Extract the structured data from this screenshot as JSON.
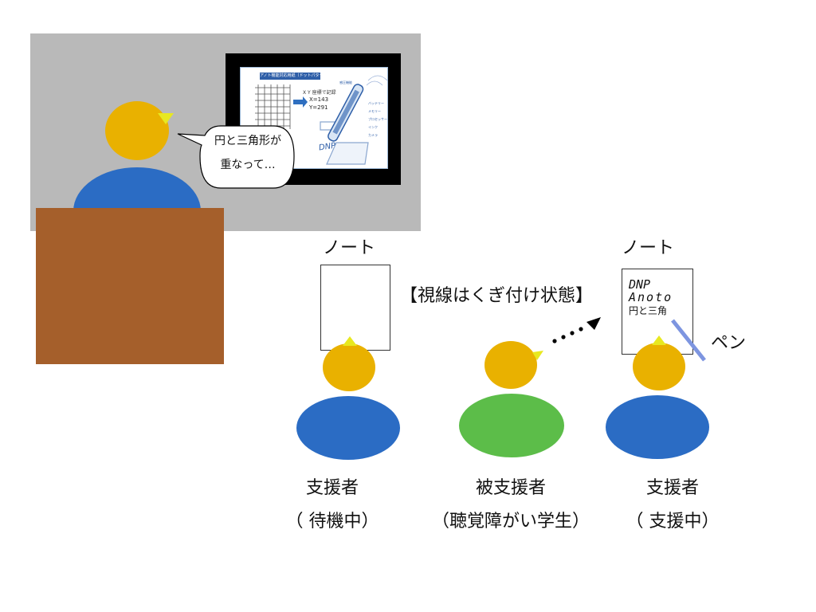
{
  "speech_bubble": {
    "line1": "円と三角形が",
    "line2": "重なって…"
  },
  "slide": {
    "title": "アノト機能対応用紙（ドットパターン）",
    "xy_caption": "X Y 座標で記録",
    "x_value": "X=143",
    "y_value": "Y=291",
    "pen_labels": [
      "感圧機能",
      "バッテリー",
      "メモリー",
      "プロセッサー",
      "インク",
      "カメラ"
    ],
    "logo": "DNP"
  },
  "labels": {
    "note_left": "ノート",
    "note_right": "ノート",
    "gaze_status": "【視線はくぎ付け状態】",
    "pen": "ペン",
    "supporter_left_role": "支援者",
    "supporter_left_state": "（ 待機中）",
    "student_role": "被支援者",
    "student_state": "（聴覚障がい学生）",
    "supporter_right_role": "支援者",
    "supporter_right_state": "（ 支援中）"
  },
  "note_right_text": {
    "line1": "DNP",
    "line2": "Anoto",
    "line3": "円と三角"
  },
  "colors": {
    "head": "#e9b100",
    "body_blue": "#2b6cc4",
    "body_green": "#5cbd49",
    "desk": "#a55f2b",
    "screen": "#b9b9b9",
    "gaze_marker": "#e8e820",
    "pen": "#7d95e0"
  }
}
